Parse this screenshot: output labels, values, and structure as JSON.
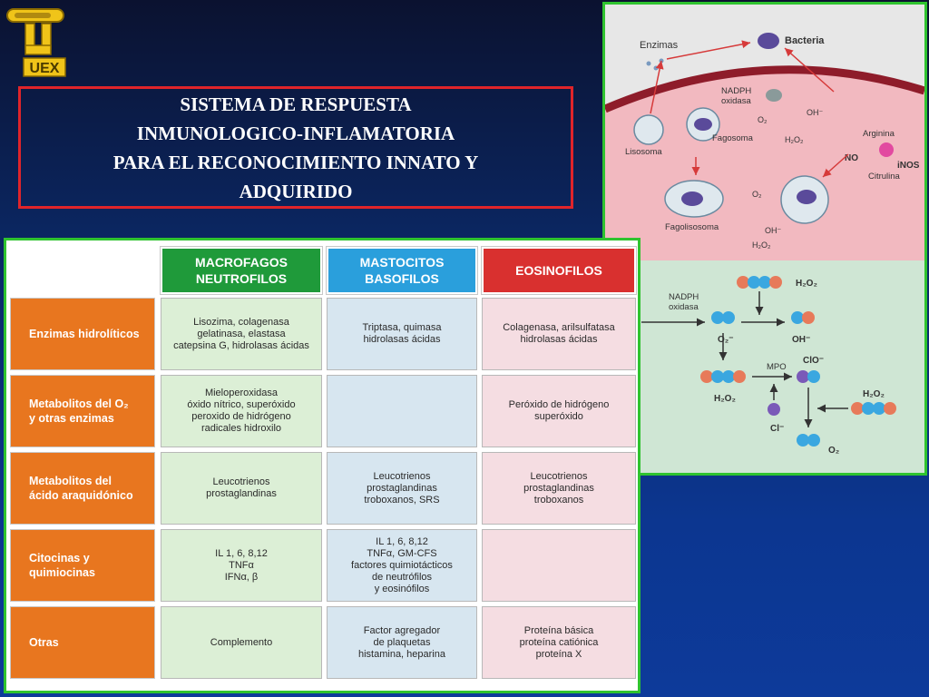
{
  "logo": {
    "text": "UEX"
  },
  "title": "SISTEMA DE RESPUESTA\nINMUNOLOGICO-INFLAMATORIA\nPARA EL RECONOCIMIENTO INNATO Y\nADQUIRIDO",
  "diagram": {
    "top": {
      "enzimas": "Enzimas",
      "bacteria": "Bacteria",
      "nadph_oxidasa": "NADPH\noxidasa",
      "o2": "O₂",
      "oh_minus": "OH⁻",
      "h2o2": "H₂O₂",
      "lisosoma": "Lisosoma",
      "fagosoma": "Fagosoma",
      "arginina": "Arginina",
      "no": "NO",
      "inos": "iNOS",
      "citrulina": "Citrulina",
      "fagolisosoma": "Fagolisosoma",
      "o2b": "O₂",
      "oh_b": "OH⁻",
      "h2o2_b": "H₂O₂"
    },
    "bottom": {
      "nadph_oxidasa": "NADPH\noxidasa",
      "o2": "O₂",
      "o2_minus": "O₂⁻",
      "h2o2_top": "H₂O₂",
      "oh_minus": "OH⁻",
      "h2o2_left": "H₂O₂",
      "mpo": "MPO",
      "clo": "ClO⁻",
      "cl": "Cl⁻",
      "h2o2_right": "H₂O₂",
      "o2_bottom": "O₂"
    }
  },
  "table": {
    "headers": [
      {
        "label": "MACROFAGOS\nNEUTROFILOS",
        "color": "#1f9a3a"
      },
      {
        "label": "MASTOCITOS\nBASOFILOS",
        "color": "#2a9fdc"
      },
      {
        "label": "EOSINOFILOS",
        "color": "#d9302f"
      }
    ],
    "rows": [
      {
        "label": "Enzimas hidrolíticos",
        "cells": [
          "Lisozima, colagenasa\ngelatinasa, elastasa\ncatepsina G, hidrolasas ácidas",
          "Triptasa, quimasa\nhidrolasas ácidas",
          "Colagenasa, arilsulfatasa\nhidrolasas ácidas"
        ]
      },
      {
        "label": "Metabolitos del O₂\ny otras enzimas",
        "cells": [
          "Mieloperoxidasa\nóxido nítrico, superóxido\nperoxido de hidrógeno\nradicales hidroxilo",
          "",
          "Peróxido de hidrógeno\nsuperóxido"
        ]
      },
      {
        "label": "Metabolitos del\nácido araquidónico",
        "cells": [
          "Leucotrienos\nprostaglandinas",
          "Leucotrienos\nprostaglandinas\ntroboxanos, SRS",
          "Leucotrienos\nprostaglandinas\ntroboxanos"
        ]
      },
      {
        "label": "Citocinas y\nquimiocinas",
        "cells": [
          "IL 1, 6, 8,12\nTNFα\nIFNα, β",
          "IL 1, 6, 8,12\nTNFα, GM-CFS\nfactores quimiotácticos\nde neutrófilos\ny eosinófilos",
          ""
        ]
      },
      {
        "label": "Otras",
        "cells": [
          "Complemento",
          "Factor agregador\nde plaquetas\nhistamina, heparina",
          "Proteína básica\nproteína catiónica\nproteína X"
        ]
      }
    ]
  }
}
